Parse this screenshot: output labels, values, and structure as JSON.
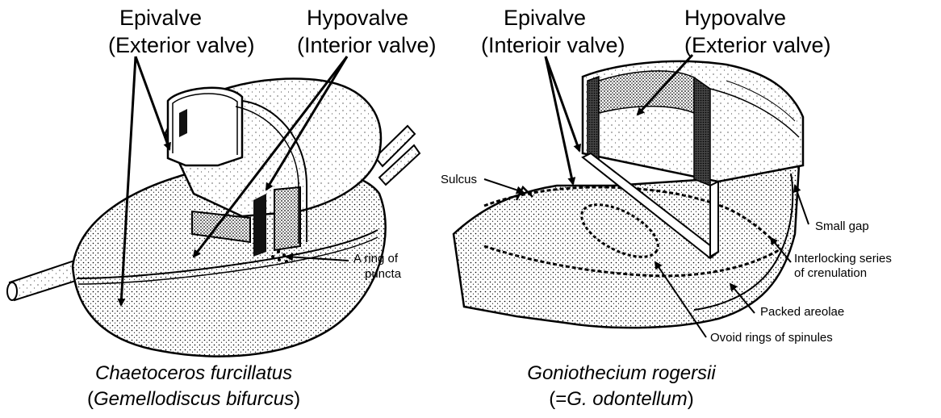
{
  "left_panel": {
    "epivalve": "Epivalve",
    "epivalve_note": "(Exterior valve)",
    "hypovalve": "Hypovalve",
    "hypovalve_note": "(Interior valve)",
    "ring_label_1": "A ring of",
    "ring_label_2": "puncta",
    "caption_species": "Chaetoceros furcillatus",
    "caption_synonym_open": "(",
    "caption_synonym": "Gemellodiscus bifurcus",
    "caption_synonym_close": ")"
  },
  "right_panel": {
    "epivalve": "Epivalve",
    "epivalve_note": "(Interioir valve)",
    "hypovalve": "Hypovalve",
    "hypovalve_note": "(Exterior valve)",
    "sulcus": "Sulcus",
    "small_gap": "Small gap",
    "interlocking_1": "Interlocking series",
    "interlocking_2": "of crenulation",
    "packed_areolae": "Packed areolae",
    "ovoid_rings": "Ovoid rings of spinules",
    "caption_species": "Goniothecium rogersii",
    "caption_synonym_open": "(=",
    "caption_synonym": "G. odontellum",
    "caption_synonym_close": ")"
  }
}
